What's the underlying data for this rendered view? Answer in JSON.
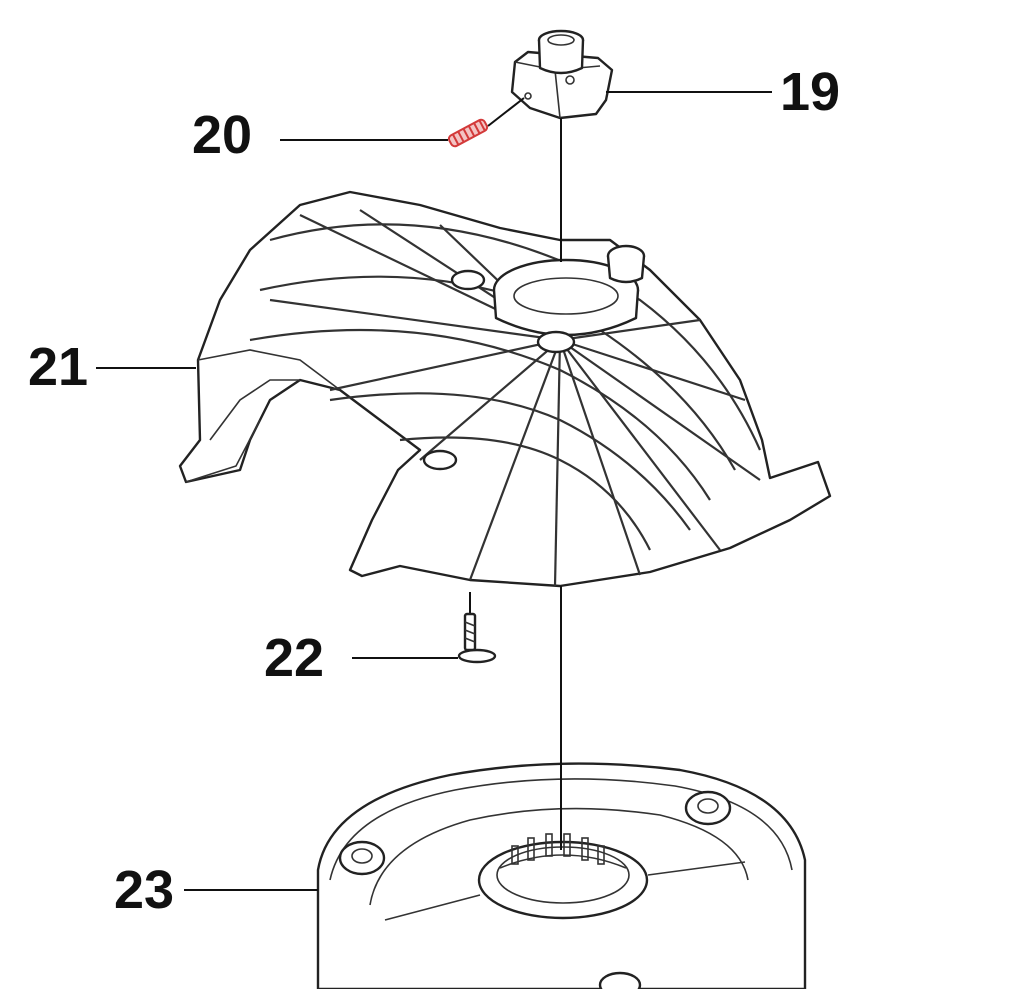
{
  "callouts": {
    "c19": "19",
    "c20": "20",
    "c21": "21",
    "c22": "22",
    "c23": "23"
  },
  "colors": {
    "highlight_part": "#d33a3a",
    "outline": "#222222"
  }
}
